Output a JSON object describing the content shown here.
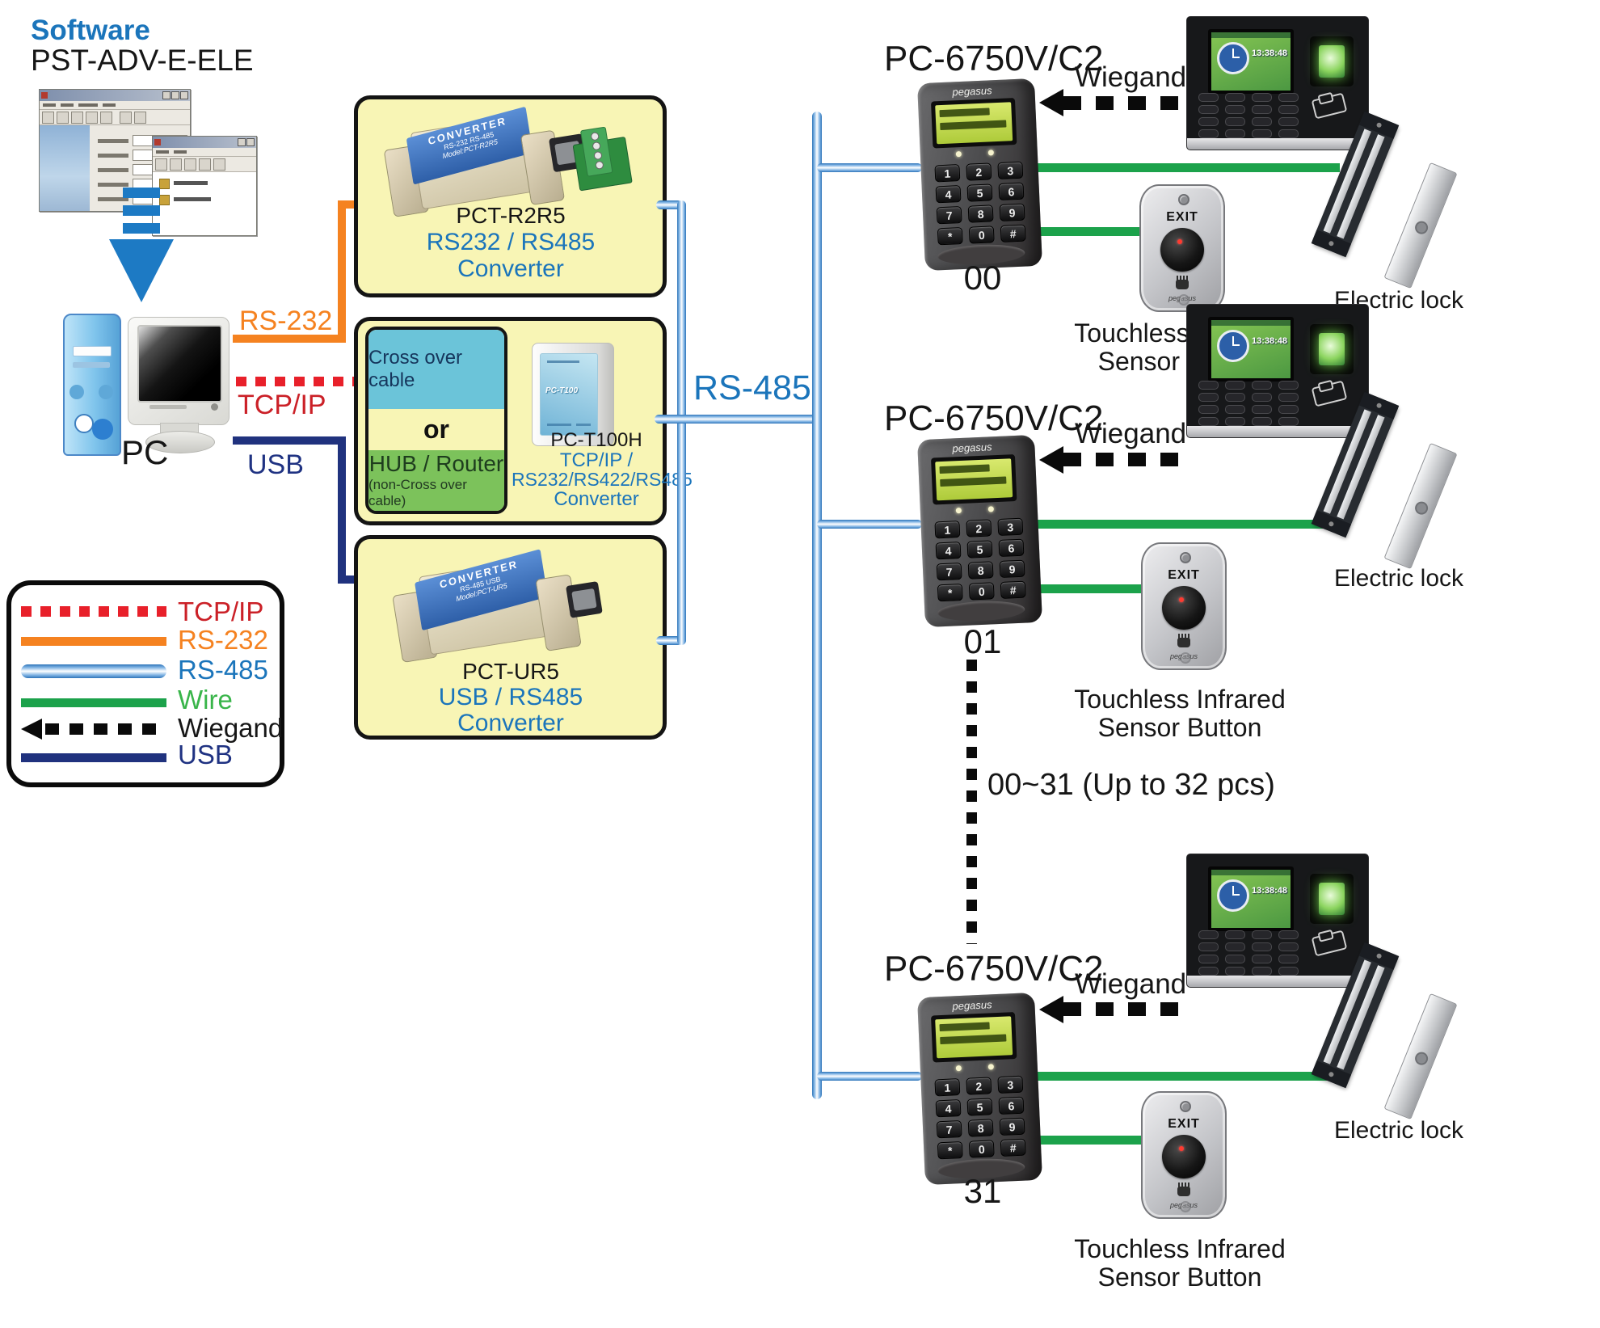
{
  "diagram": {
    "software": {
      "heading": "Software",
      "model": "PST-ADV-E-ELE"
    },
    "pc_label": "PC",
    "links": {
      "rs232": "RS-232",
      "tcpip": "TCP/IP",
      "usb": "USB"
    },
    "bus_label": "RS-485",
    "expansion_note": "00~31 (Up to 32 pcs)"
  },
  "converters": [
    {
      "name": "PCT-R2R5",
      "line1": "RS232 / RS485",
      "line2": "Converter",
      "stripe_title": "CONVERTER",
      "stripe_sub": "RS-232  RS-485",
      "stripe_model": "Model:PCT-R2R5"
    },
    {
      "name": "PC-T100H",
      "line1": "TCP/IP  /",
      "line2": "RS232/RS422/RS485",
      "line3": "Converter",
      "option_top": "Cross over cable",
      "option_mid": "or",
      "option_bottom": "HUB / Router",
      "option_note": "(non-Cross over cable)",
      "device_text": "PC-T100"
    },
    {
      "name": "PCT-UR5",
      "line1": "USB / RS485",
      "line2": "Converter",
      "stripe_title": "CONVERTER",
      "stripe_sub": "RS-485  USB",
      "stripe_model": "Model:PCT-UR5"
    }
  ],
  "keypad": {
    "brand": "pegasus",
    "keys": [
      "1",
      "2",
      "3",
      "4",
      "5",
      "6",
      "7",
      "8",
      "9",
      "*",
      "0",
      "#"
    ]
  },
  "terminal": {
    "time": "13:38:48"
  },
  "units": [
    {
      "model": "PC-6750V/C2",
      "address": "00",
      "wiegand_label": "Wiegand",
      "exit_label": "EXIT",
      "sensor_line1": "Touchless Infrared",
      "sensor_line2": "Sensor Button",
      "lock_label": "Electric lock",
      "brand": "pegasus"
    },
    {
      "model": "PC-6750V/C2",
      "address": "01",
      "wiegand_label": "Wiegand",
      "exit_label": "EXIT",
      "sensor_line1": "Touchless Infrared",
      "sensor_line2": "Sensor Button",
      "lock_label": "Electric lock",
      "brand": "pegasus"
    },
    {
      "model": "PC-6750V/C2",
      "address": "31",
      "wiegand_label": "Wiegand",
      "exit_label": "EXIT",
      "sensor_line1": "Touchless Infrared",
      "sensor_line2": "Sensor Button",
      "lock_label": "Electric lock",
      "brand": "pegasus"
    }
  ],
  "legend": [
    {
      "label": "TCP/IP",
      "color": "#CB2027"
    },
    {
      "label": "RS-232",
      "color": "#F7941D"
    },
    {
      "label": "RS-485",
      "color": "#1B75BB"
    },
    {
      "label": "Wire",
      "color": "#39B54A"
    },
    {
      "label": "Wiegand",
      "color": "#161616"
    },
    {
      "label": "USB",
      "color": "#1F3282"
    }
  ],
  "colors": {
    "tcpip": "#E8202A",
    "rs232": "#F58220",
    "rs485": "#2E74B8",
    "wire": "#1CA24B",
    "usb": "#20327E",
    "wiegand": "#0A0A0A",
    "box_fill": "#F8F5B5"
  }
}
